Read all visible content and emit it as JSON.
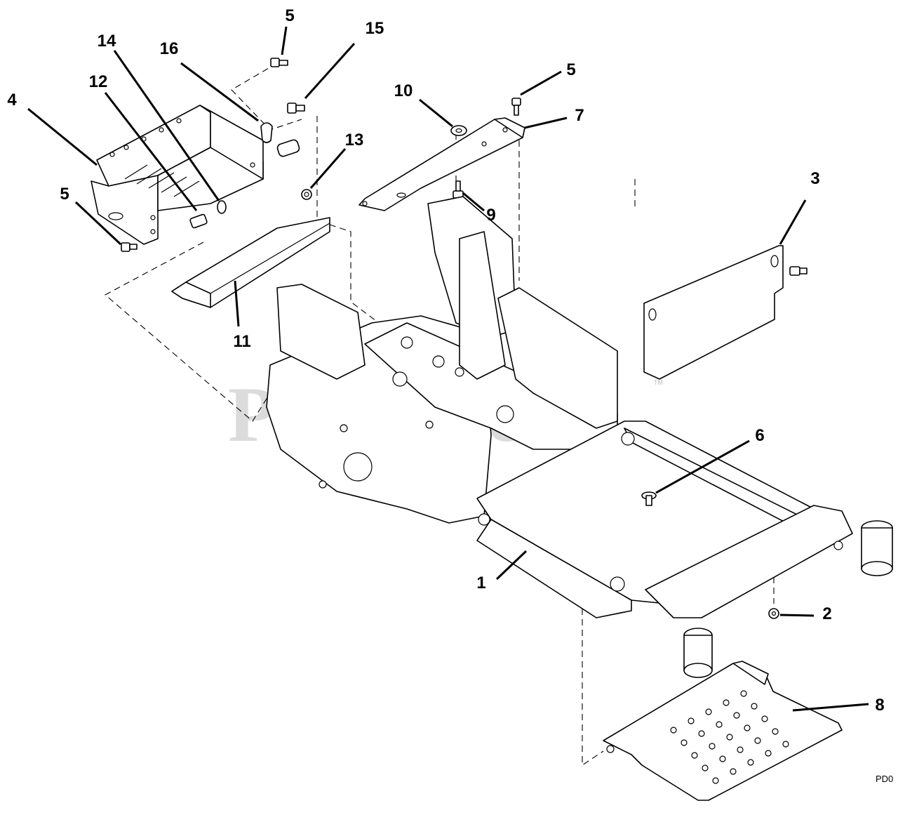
{
  "diagram": {
    "watermark": "PartsTree",
    "watermark_mark": "TM",
    "drawing_code": "PD0"
  },
  "callouts": [
    {
      "id": "c5a",
      "label": "5"
    },
    {
      "id": "c15",
      "label": "15"
    },
    {
      "id": "c14",
      "label": "14"
    },
    {
      "id": "c16",
      "label": "16"
    },
    {
      "id": "c12",
      "label": "12"
    },
    {
      "id": "c4",
      "label": "4"
    },
    {
      "id": "c5b",
      "label": "5"
    },
    {
      "id": "c13",
      "label": "13"
    },
    {
      "id": "c11",
      "label": "11"
    },
    {
      "id": "c10",
      "label": "10"
    },
    {
      "id": "c5c",
      "label": "5"
    },
    {
      "id": "c7",
      "label": "7"
    },
    {
      "id": "c9",
      "label": "9"
    },
    {
      "id": "c3",
      "label": "3"
    },
    {
      "id": "c6",
      "label": "6"
    },
    {
      "id": "c1",
      "label": "1"
    },
    {
      "id": "c2",
      "label": "2"
    },
    {
      "id": "c8",
      "label": "8"
    }
  ]
}
